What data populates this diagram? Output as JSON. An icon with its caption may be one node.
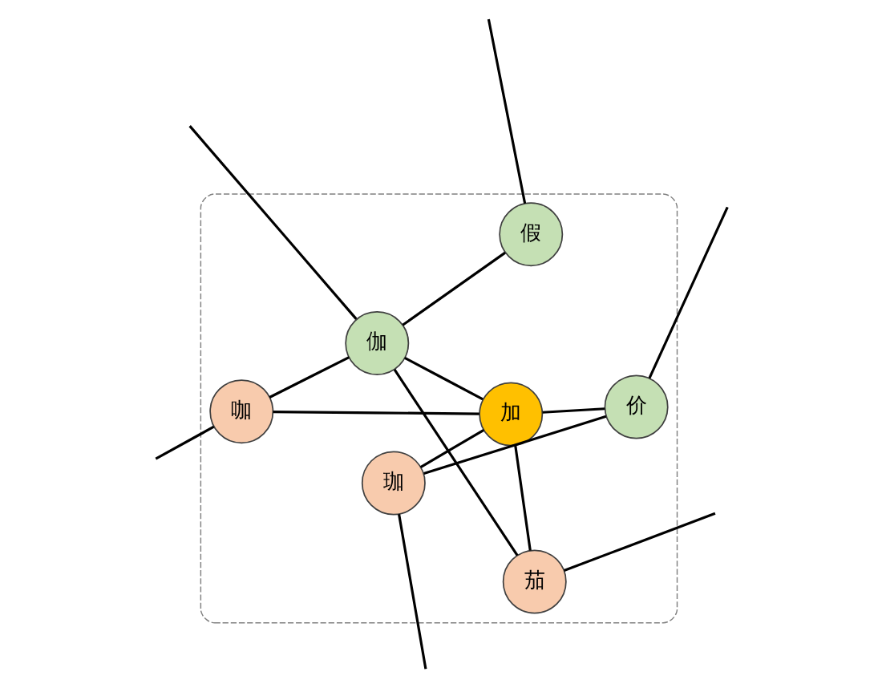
{
  "diagram": {
    "nodes": [
      {
        "text": [],
        "shape": "box"
      },
      {
        "text": [
          "茄"
        ],
        "in": 0
      },
      {
        "text": [
          "珈"
        ],
        "in": 0
      },
      {
        "text": [
          "伽"
        ],
        "in": 0
      },
      {
        "text": [
          "加"
        ],
        "in": 0
      },
      {
        "text": [
          "价"
        ],
        "in": 0
      },
      {
        "text": [
          "假"
        ],
        "in": 0
      },
      {
        "text": [
          "咖"
        ],
        "in": 0
      }
    ],
    "edges": [
      {
        "from": 1,
        "to": null,
        "arrow": "none"
      },
      {
        "from": 2,
        "to": null,
        "arrow": "none"
      },
      {
        "from": 3,
        "to": null,
        "arrow": "none"
      },
      {
        "from": 3,
        "to": 1,
        "arrow": "none"
      },
      {
        "from": 1,
        "to": 4,
        "arrow": "none"
      },
      {
        "from": 3,
        "to": 4,
        "arrow": "none"
      },
      {
        "from": 4,
        "to": 2,
        "arrow": "none"
      },
      {
        "from": 2,
        "to": 5,
        "arrow": "none"
      },
      {
        "from": 4,
        "to": 5,
        "arrow": "none"
      },
      {
        "from": 5,
        "to": null,
        "arrow": "none"
      },
      {
        "from": 3,
        "to": 6,
        "arrow": "none"
      },
      {
        "from": 3,
        "to": 7,
        "arrow": "none"
      },
      {
        "from": 7,
        "to": 4,
        "arrow": "none"
      },
      {
        "from": 6,
        "to": null,
        "arrow": "none"
      },
      {
        "from": 7,
        "to": null,
        "arrow": "none"
      }
    ]
  }
}
